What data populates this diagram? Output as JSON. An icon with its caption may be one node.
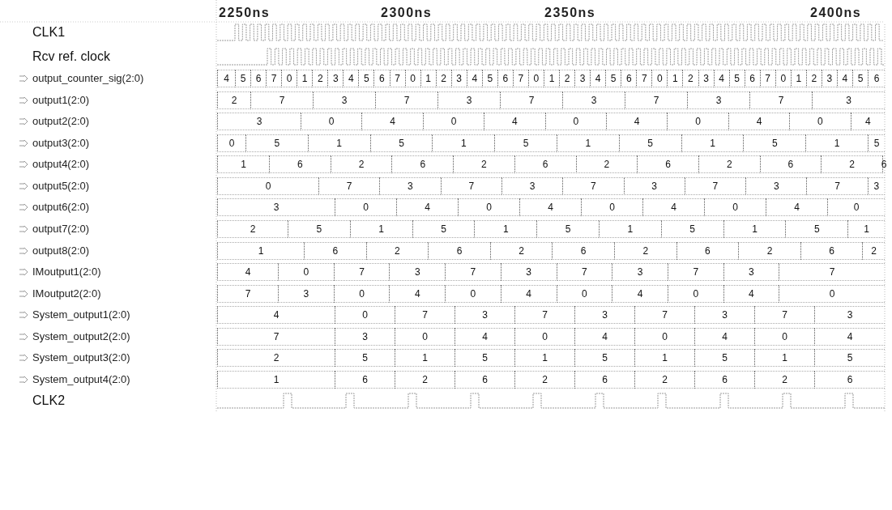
{
  "diagram": {
    "labels": [
      "2250ns",
      "2300ns",
      "2350ns",
      "2400ns",
      "CLK1",
      "Rcv ref. clock",
      "output_counter_sig(2:0)",
      "4",
      "5",
      "6",
      "7",
      "0",
      "1",
      "2",
      "3",
      "4",
      "5",
      "6",
      "7",
      "0",
      "1",
      "2",
      "3",
      "4",
      "5",
      "6",
      "7",
      "0",
      "1",
      "2",
      "3",
      "4",
      "5",
      "6",
      "7",
      "0",
      "1",
      "2",
      "3",
      "4",
      "5",
      "6",
      "7",
      "0",
      "1",
      "2",
      "3",
      "4",
      "5",
      "6",
      "output1(2:0)",
      "2",
      "7",
      "3",
      "7",
      "3",
      "7",
      "3",
      "7",
      "3",
      "7",
      "3",
      "output2(2:0)",
      "3",
      "0",
      "4",
      "0",
      "4",
      "0",
      "4",
      "0",
      "4",
      "0",
      "4",
      "output3(2:0)",
      "0",
      "5",
      "1",
      "5",
      "1",
      "5",
      "1",
      "5",
      "1",
      "5",
      "1",
      "5",
      "output4(2:0)",
      "1",
      "6",
      "2",
      "6",
      "2",
      "6",
      "2",
      "6",
      "2",
      "6",
      "2",
      "6",
      "output5(2:0)",
      "0",
      "7",
      "3",
      "7",
      "3",
      "7",
      "3",
      "7",
      "3",
      "7",
      "3",
      "output6(2:0)",
      "3",
      "0",
      "4",
      "0",
      "4",
      "0",
      "4",
      "0",
      "4",
      "0",
      "output7(2:0)",
      "2",
      "5",
      "1",
      "5",
      "1",
      "5",
      "1",
      "5",
      "1",
      "5",
      "1",
      "output8(2:0)",
      "1",
      "6",
      "2",
      "6",
      "2",
      "6",
      "2",
      "6",
      "2",
      "6",
      "2",
      "IMoutput1(2:0)",
      "4",
      "0",
      "7",
      "3",
      "7",
      "3",
      "7",
      "3",
      "7",
      "3",
      "7",
      "IMoutput2(2:0)",
      "7",
      "3",
      "0",
      "4",
      "0",
      "4",
      "0",
      "4",
      "0",
      "4",
      "0",
      "System_output1(2:0)",
      "4",
      "0",
      "7",
      "3",
      "7",
      "3",
      "7",
      "3",
      "7",
      "3",
      "System_output2(2:0)",
      "7",
      "3",
      "0",
      "4",
      "0",
      "4",
      "0",
      "4",
      "0",
      "4",
      "System_output3(2:0)",
      "2",
      "5",
      "1",
      "5",
      "1",
      "5",
      "1",
      "5",
      "1",
      "5",
      "System_output4(2:0)",
      "1",
      "6",
      "2",
      "6",
      "2",
      "6",
      "2",
      "6",
      "2",
      "6",
      "CLK2"
    ]
  }
}
